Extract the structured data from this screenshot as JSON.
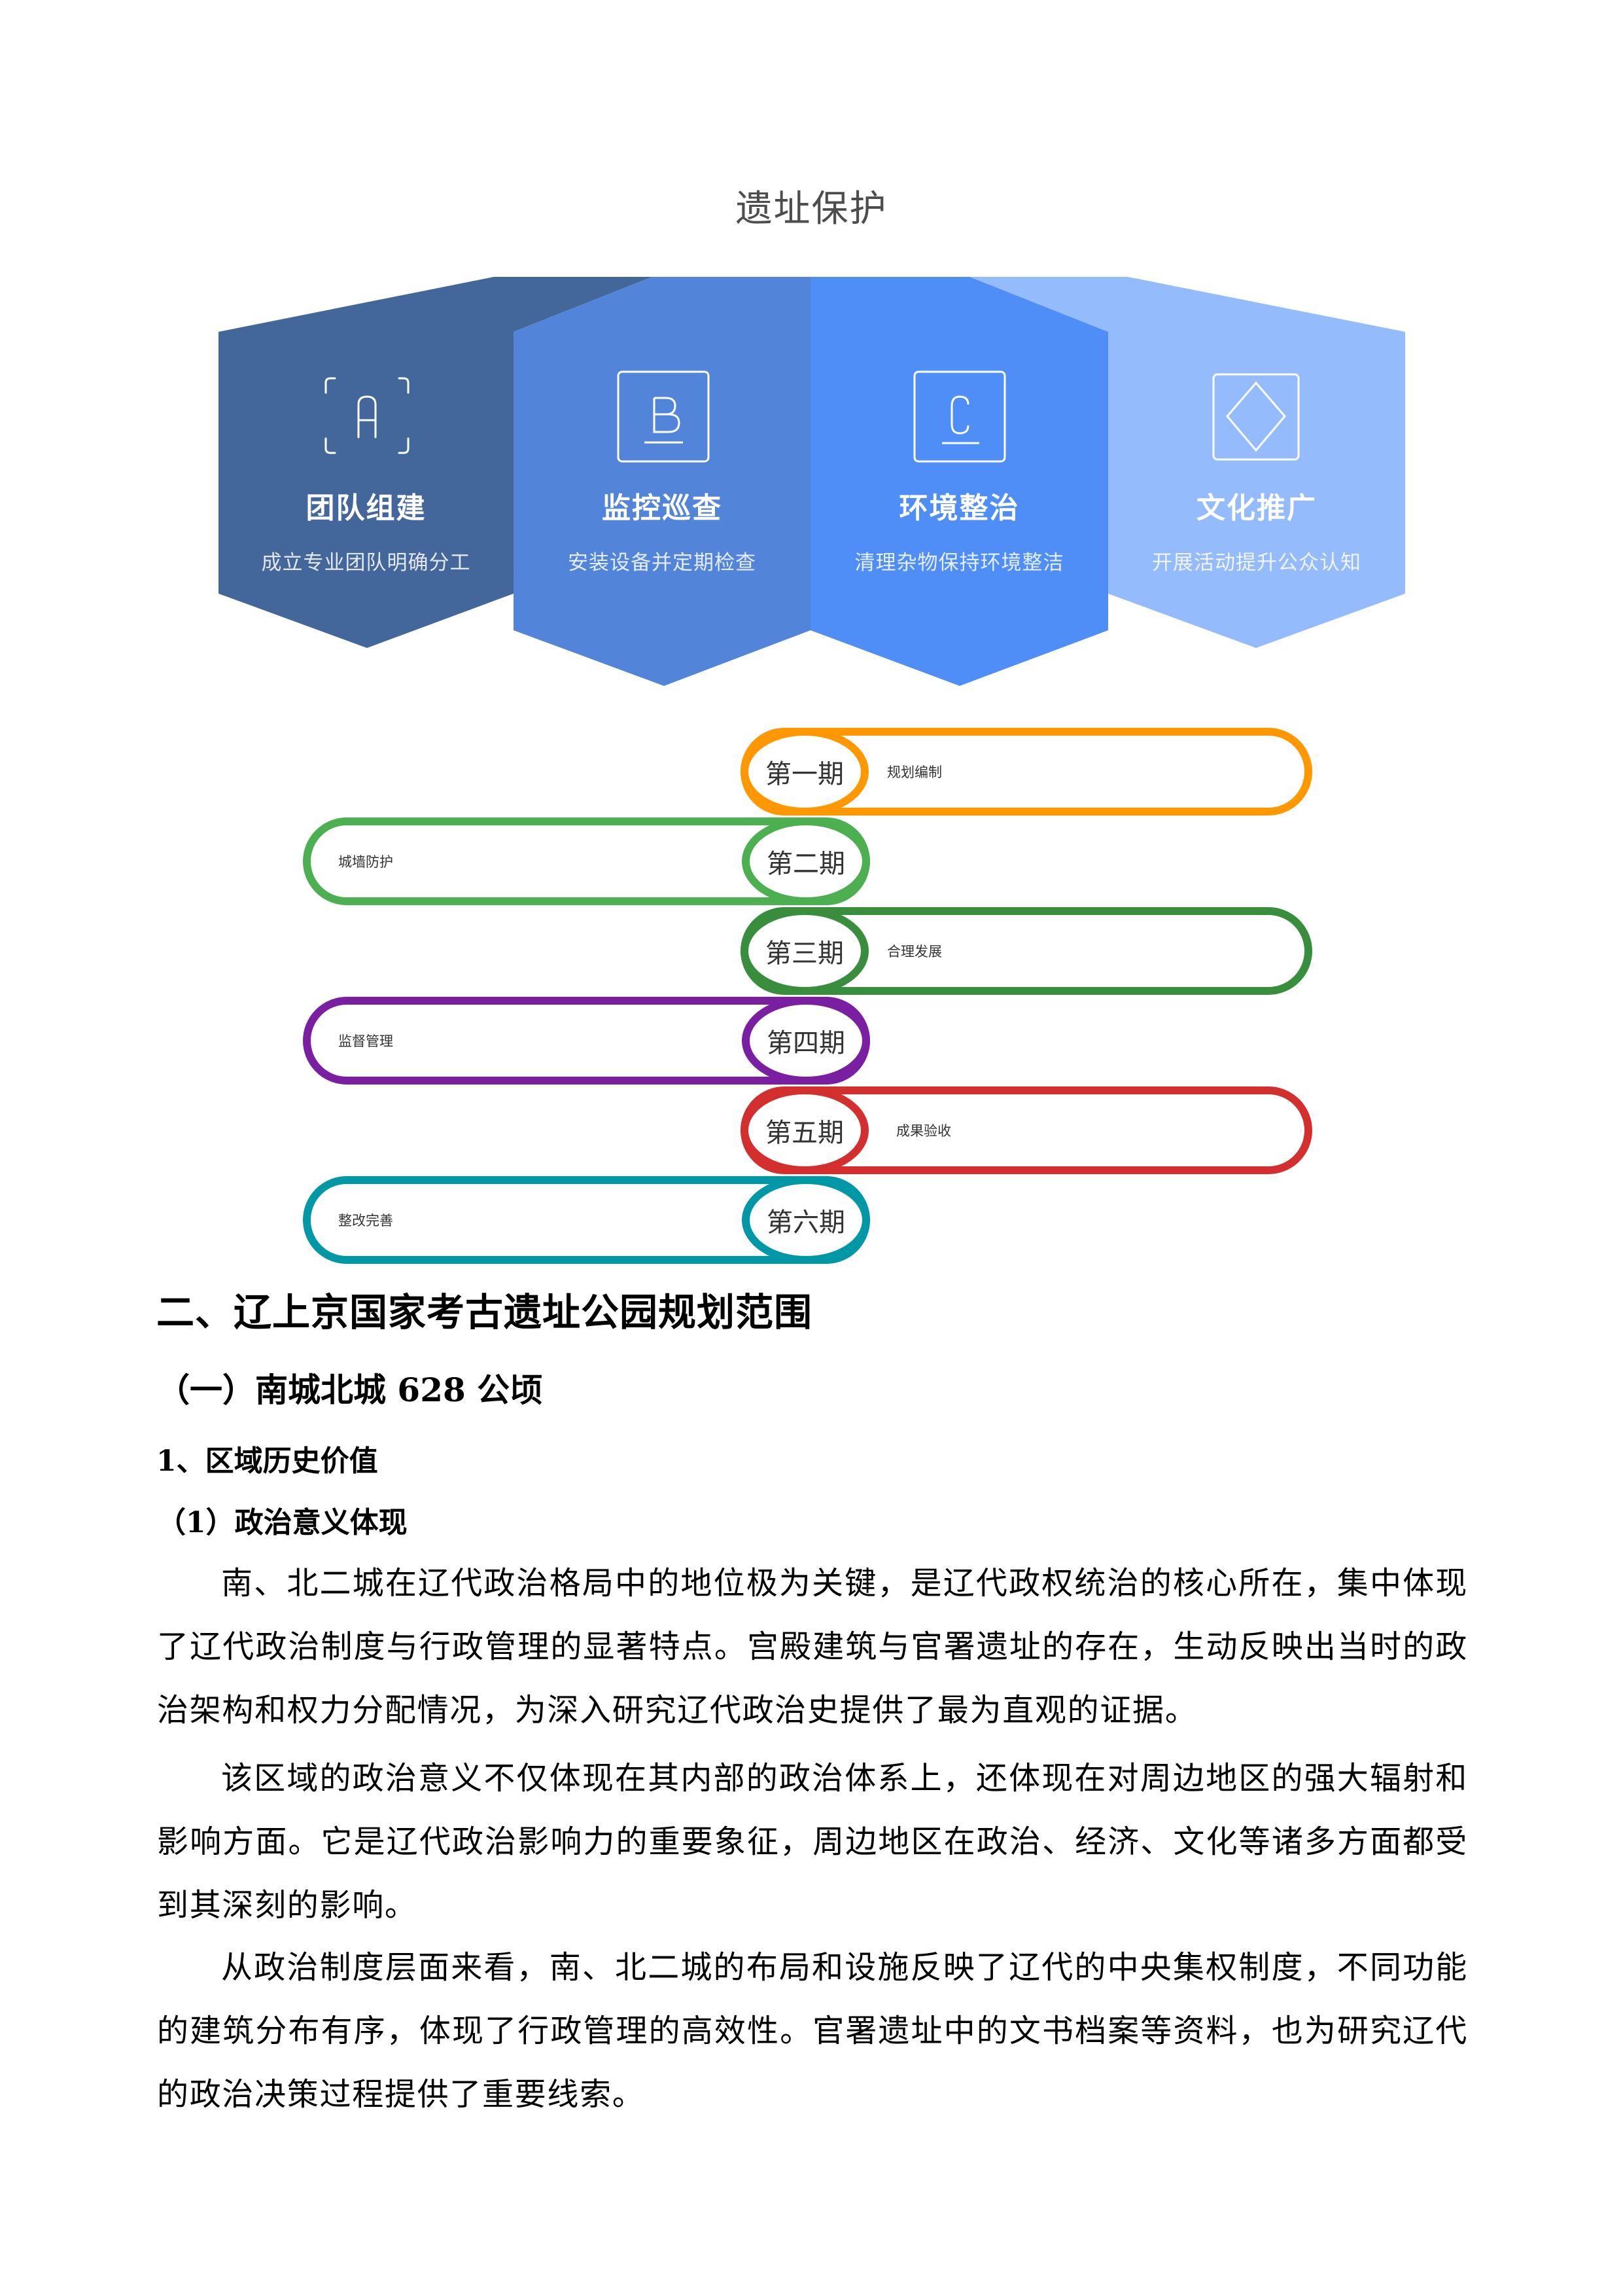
{
  "diagram": {
    "title": "遗址保护",
    "colors": {
      "a": "#44679B",
      "b": "#5285D9",
      "c": "#4F8EF7",
      "d": "#94BBFC"
    },
    "cards": [
      {
        "letter": "A",
        "icon": "letter-a-bracket-icon",
        "title": "团队组建",
        "subtitle": "成立专业团队明确分工"
      },
      {
        "letter": "B",
        "icon": "letter-b-box-icon",
        "title": "监控巡查",
        "subtitle": "安装设备并定期检查"
      },
      {
        "letter": "C",
        "icon": "letter-c-box-icon",
        "title": "环境整治",
        "subtitle": "清理杂物保持环境整洁"
      },
      {
        "letter": "",
        "icon": "diamond-box-icon",
        "title": "文化推广",
        "subtitle": "开展活动提升公众认知"
      }
    ]
  },
  "timeline": {
    "phases": [
      {
        "label": "第一期",
        "text": "规划编制",
        "side": "right",
        "color": "#FF9800"
      },
      {
        "label": "第二期",
        "text": "城墙防护",
        "side": "left",
        "color": "#4CAF50"
      },
      {
        "label": "第三期",
        "text": "合理发展",
        "side": "right",
        "color": "#388E3C"
      },
      {
        "label": "第四期",
        "text": "监督管理",
        "side": "left",
        "color": "#7B1FA2"
      },
      {
        "label": "第五期",
        "text": "成果验收",
        "side": "right",
        "color": "#D32F2F"
      },
      {
        "label": "第六期",
        "text": "整改完善",
        "side": "left",
        "color": "#0097A7"
      }
    ]
  },
  "document": {
    "heading1": "二、辽上京国家考古遗址公园规划范围",
    "heading2": "（一）南城北城 628 公顷",
    "heading3": "1、区域历史价值",
    "heading4": "（1）政治意义体现",
    "paragraphs": [
      "南、北二城在辽代政治格局中的地位极为关键，是辽代政权统治的核心所在，集中体现了辽代政治制度与行政管理的显著特点。宫殿建筑与官署遗址的存在，生动反映出当时的政治架构和权力分配情况，为深入研究辽代政治史提供了最为直观的证据。",
      "该区域的政治意义不仅体现在其内部的政治体系上，还体现在对周边地区的强大辐射和影响方面。它是辽代政治影响力的重要象征，周边地区在政治、经济、文化等诸多方面都受到其深刻的影响。",
      "从政治制度层面来看，南、北二城的布局和设施反映了辽代的中央集权制度，不同功能的建筑分布有序，体现了行政管理的高效性。官署遗址中的文书档案等资料，也为研究辽代的政治决策过程提供了重要线索。"
    ]
  }
}
